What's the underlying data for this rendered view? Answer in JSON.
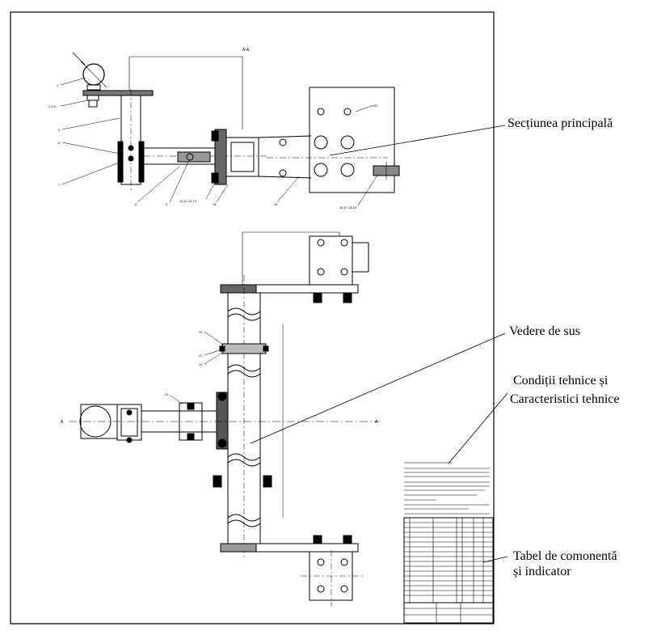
{
  "labels": {
    "main_section": "Secțiunea principală",
    "top_view": "Vedere de sus",
    "tech_conditions_line1": "Condiții tehnice și",
    "tech_conditions_line2": "Caracteristici tehnice",
    "bom_line1": "Tabel de comonentă",
    "bom_line2": "și  indicator"
  },
  "drawing_marks": {
    "section_title": "A-A",
    "section_left": "A",
    "section_right": "A",
    "part_numbers": [
      "1",
      "2,3,4",
      "5",
      "6",
      "7",
      "8",
      "9",
      "10,11,12,13",
      "14",
      "15",
      "16,17,18,19",
      "20",
      "21",
      "22",
      "23",
      "24"
    ]
  }
}
